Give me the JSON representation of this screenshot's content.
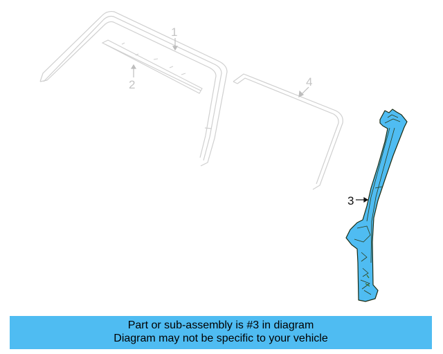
{
  "diagram": {
    "highlight_color": "#4fbcf2",
    "faded_line_color": "#cfcfcf",
    "outline_color": "#1a2a10",
    "callouts": [
      {
        "number": "1",
        "part": "windshield-molding",
        "highlighted": false
      },
      {
        "number": "2",
        "part": "header-trim-strip",
        "highlighted": false
      },
      {
        "number": "3",
        "part": "windshield-pillar",
        "highlighted": true
      },
      {
        "number": "4",
        "part": "side-window-molding",
        "highlighted": false
      }
    ]
  },
  "caption": {
    "line1": "Part or sub-assembly is #3 in diagram",
    "line2": "Diagram may not be specific to your vehicle",
    "background": "#4fbcf2"
  }
}
